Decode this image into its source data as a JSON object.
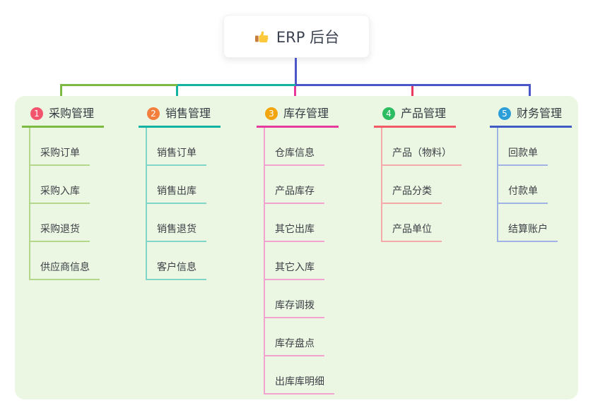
{
  "root": {
    "icon": "thumbs-up-icon",
    "label": "ERP 后台"
  },
  "colors": {
    "canvas_bg": "#ffffff",
    "panel_bg": "#ecf7e3",
    "root_connector": "#4b57c8",
    "bus_left": "#7cba41",
    "bus_mid": "#13b3a3",
    "bus_right": "#4b57c8",
    "thumb_fill": "#fdc93c",
    "thumb_cuff": "#c77e3d"
  },
  "branches": [
    {
      "index": "1",
      "label": "采购管理",
      "badge_color": "#f4556e",
      "accent": "#7cba41",
      "light": "#b3d88c",
      "drop": "#7cba41",
      "children": [
        "采购订单",
        "采购入库",
        "采购退货",
        "供应商信息"
      ]
    },
    {
      "index": "2",
      "label": "销售管理",
      "badge_color": "#f47f3d",
      "accent": "#13b3a3",
      "light": "#80d6c9",
      "drop": "#13b3a3",
      "children": [
        "销售订单",
        "销售出库",
        "销售退货",
        "客户信息"
      ]
    },
    {
      "index": "3",
      "label": "库存管理",
      "badge_color": "#f3a50e",
      "accent": "#e73a9d",
      "light": "#f2a4d0",
      "drop": "#e6399b",
      "children": [
        "仓库信息",
        "产品库存",
        "其它出库",
        "其它入库",
        "库存调拨",
        "库存盘点",
        "出库库明细"
      ]
    },
    {
      "index": "4",
      "label": "产品管理",
      "badge_color": "#2cbd62",
      "accent": "#f25b66",
      "light": "#f6a9a9",
      "drop": "#e93a60",
      "children": [
        "产品（物料）",
        "产品分类",
        "产品单位"
      ]
    },
    {
      "index": "5",
      "label": "财务管理",
      "badge_color": "#2c9fd9",
      "accent": "#3f5bc6",
      "light": "#9fb3e4",
      "drop": "#4b57c8",
      "children": [
        "回款单",
        "付款单",
        "结算账户"
      ]
    }
  ]
}
